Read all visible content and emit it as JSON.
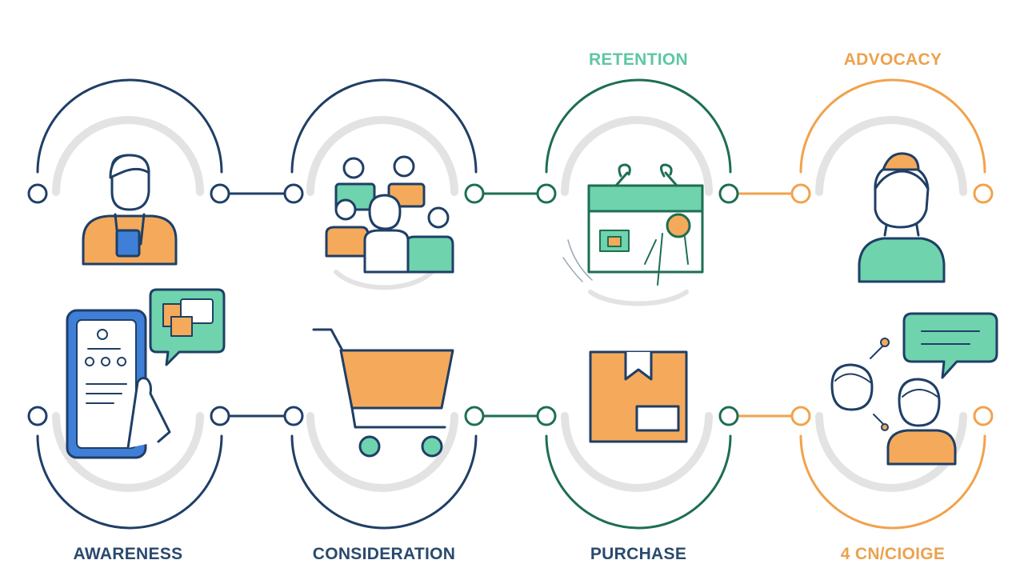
{
  "labels": {
    "top": {
      "retention": "RETENTION",
      "advocacy": "ADVOCACY"
    },
    "bottom": {
      "awareness": "AWARENESS",
      "consideration": "CONSIDERATION",
      "purchase": "PURCHASE",
      "fourth": "4 CN/CIOIGE"
    }
  },
  "colors": {
    "navy": "#1f3f66",
    "green": "#1e6e52",
    "teal": "#6fd3ae",
    "orange": "#f2a24c",
    "orange_fill": "#f4aa5a",
    "blue": "#3f7fd8",
    "gray_ring": "#e3e3e3",
    "label_navy": "#2a4a6e",
    "label_teal": "#5ec7a3",
    "label_orange": "#eba24e"
  },
  "stages": [
    {
      "row": "top",
      "icon": "person-badge-icon",
      "color": "navy"
    },
    {
      "row": "top",
      "icon": "group-people-icon",
      "color": "navy"
    },
    {
      "row": "top",
      "icon": "store-sign-icon",
      "color": "green"
    },
    {
      "row": "top",
      "icon": "woman-bun-icon",
      "color": "orange"
    },
    {
      "row": "bottom",
      "icon": "phone-chat-icon",
      "color": "navy"
    },
    {
      "row": "bottom",
      "icon": "shopping-cart-icon",
      "color": "navy"
    },
    {
      "row": "bottom",
      "icon": "package-box-icon",
      "color": "green"
    },
    {
      "row": "bottom",
      "icon": "two-people-chat-icon",
      "color": "orange"
    }
  ]
}
